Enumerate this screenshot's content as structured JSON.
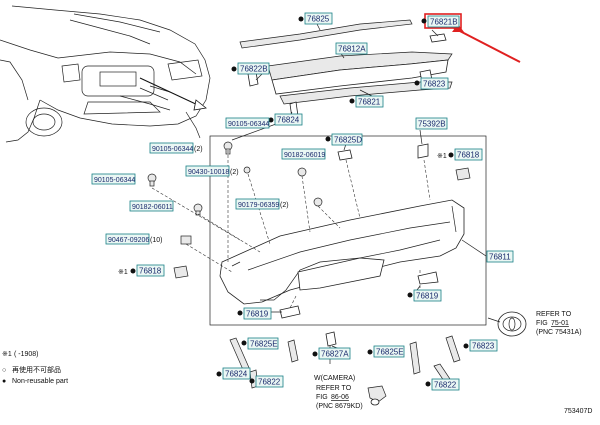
{
  "diagram_id": "753407D",
  "highlight_color": "#e02020",
  "tag_border_color": "#1a7f86",
  "tag_fill_color": "#eaf7f4",
  "parts": {
    "p76825": "76825",
    "p76821B": "76821B",
    "p76812A": "76812A",
    "p76822B": "76822B",
    "p76823_top": "76823",
    "p76821": "76821",
    "p76824_top": "76824",
    "p76825D": "76825D",
    "p75392B": "75392B",
    "p76818_right": "76818",
    "p76811": "76811",
    "p76818_left": "76818",
    "p76819_right": "76819",
    "p76819_bottom": "76819",
    "p76825E_left": "76825E",
    "p76824_bottom": "76824",
    "p76822_left": "76822",
    "p76827A": "76827A",
    "p76825E_right": "76825E",
    "p76823_bottom": "76823",
    "p76822_right": "76822"
  },
  "fasteners": {
    "f90105_06344_a": "90105-06344",
    "f90105_06344_b": "90105-06344",
    "f90105_06344_c": "90105-06344",
    "f90105_06344_b_qty": "(2)",
    "f90182_06019": "90182-06019",
    "f90430_10018": "90430-10018",
    "f90430_10018_qty": "(2)",
    "f90182_06011": "90182-06011",
    "f90179_06359": "90179-06359",
    "f90179_06359_qty": "(2)",
    "f90467_09206": "90467-09206",
    "f90467_09206_qty": "(10)"
  },
  "refs": {
    "right_title": "REFER TO",
    "right_fig_prefix": "FIG",
    "right_fig": "75-01",
    "right_pnc": "(PNC 75431A)",
    "bottom_camera": "W(CAMERA)",
    "bottom_title": "REFER TO",
    "bottom_fig_prefix": "FIG",
    "bottom_fig": "86-06",
    "bottom_pnc": "(PNC 8679KD)"
  },
  "legend": {
    "note_symbol": "※1",
    "note_text": "(     -1908)",
    "reuse_symbol": "○",
    "reuse_text": "再使用不可部品",
    "nonreuse_symbol": "●",
    "nonreuse_text": "Non-reusable part"
  },
  "markers": {
    "note_right": "※1",
    "note_left": "※1"
  }
}
